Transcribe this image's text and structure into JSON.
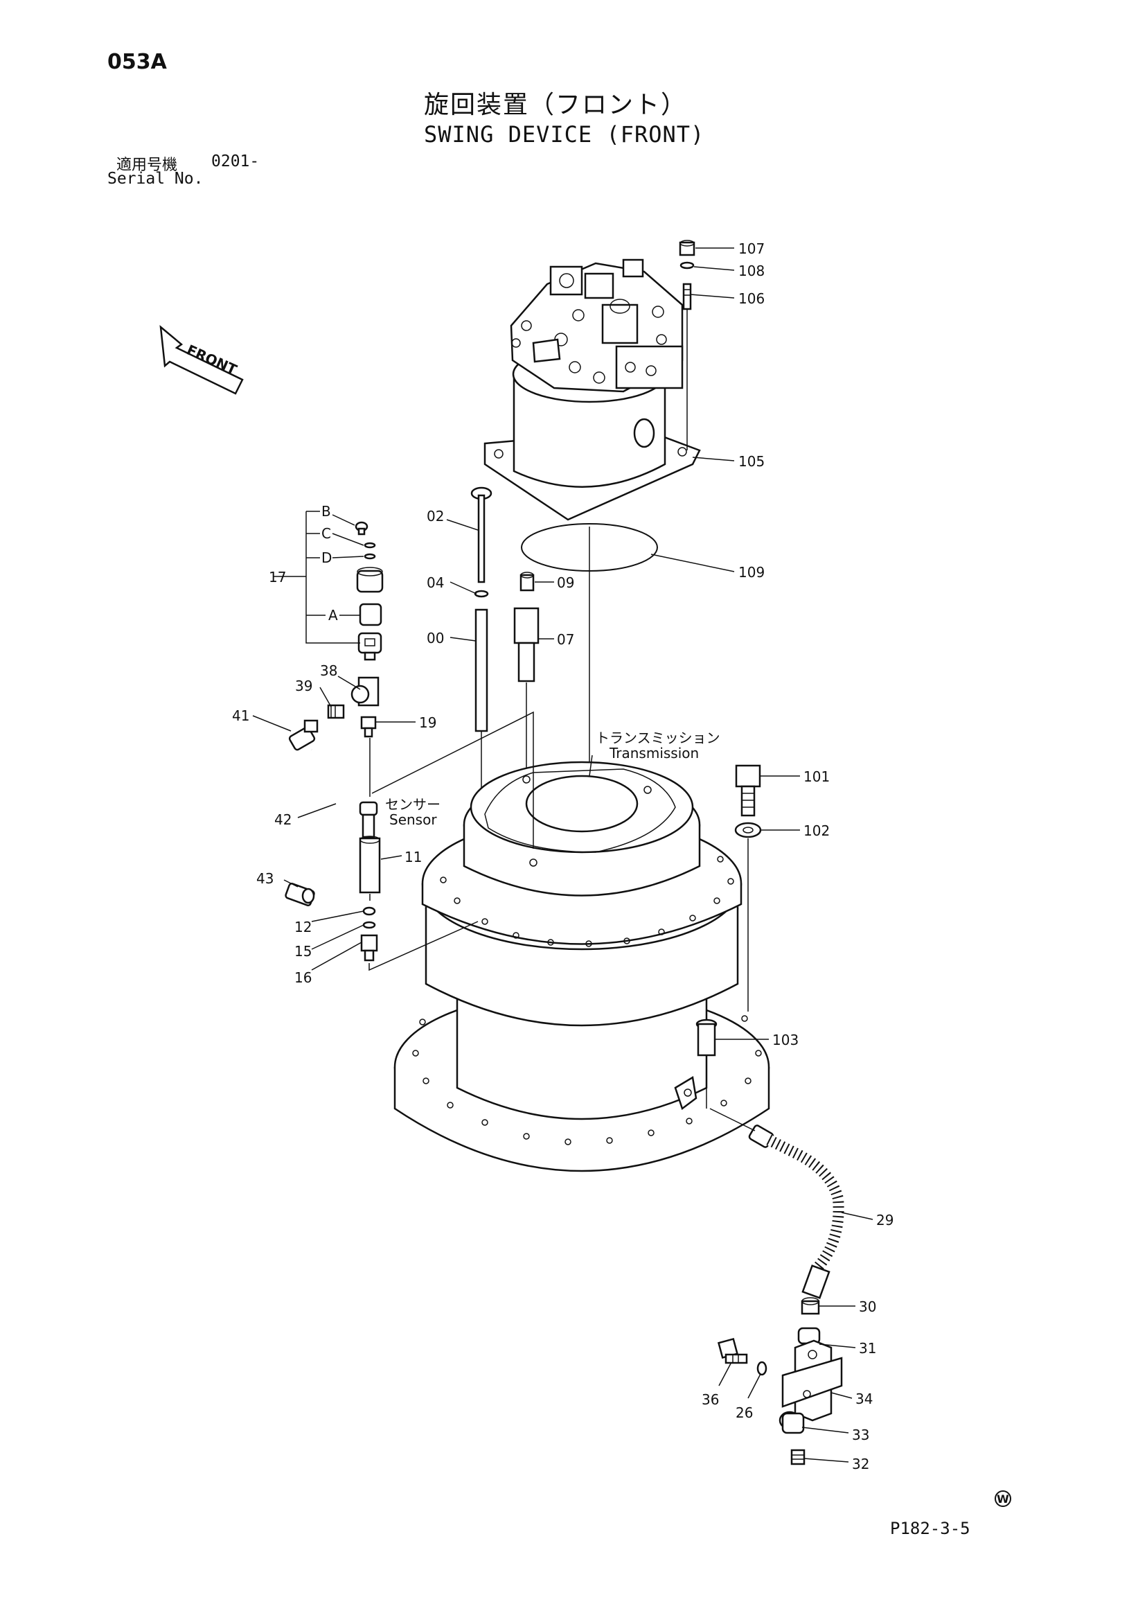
{
  "header": {
    "page_code": "053A",
    "title_ja": "旋回装置（フロント）",
    "title_en": "SWING DEVICE (FRONT)",
    "serial_label_ja": "適用号機",
    "serial_value": "0201-",
    "serial_label_en": "Serial No."
  },
  "front_arrow_label": "FRONT",
  "annotations": {
    "transmission_ja": "トランスミッション",
    "transmission_en": "Transmission",
    "sensor_ja": "センサー",
    "sensor_en": "Sensor"
  },
  "callouts": {
    "c107": "107",
    "c108": "108",
    "c106": "106",
    "c105": "105",
    "c109": "109",
    "c02": "02",
    "c04": "04",
    "c00": "00",
    "c09": "09",
    "c07": "07",
    "cB": "B",
    "cC": "C",
    "cD": "D",
    "cA": "A",
    "c17": "17",
    "c38": "38",
    "c39": "39",
    "c41": "41",
    "c19": "19",
    "c42": "42",
    "c43": "43",
    "c11": "11",
    "c12": "12",
    "c15": "15",
    "c16": "16",
    "c101": "101",
    "c102": "102",
    "c103": "103",
    "c29": "29",
    "c30": "30",
    "c31": "31",
    "c34": "34",
    "c36": "36",
    "c26": "26",
    "c33": "33",
    "c32": "32"
  },
  "footer": {
    "page_ref": "P182-3-5",
    "w_mark": "W"
  }
}
